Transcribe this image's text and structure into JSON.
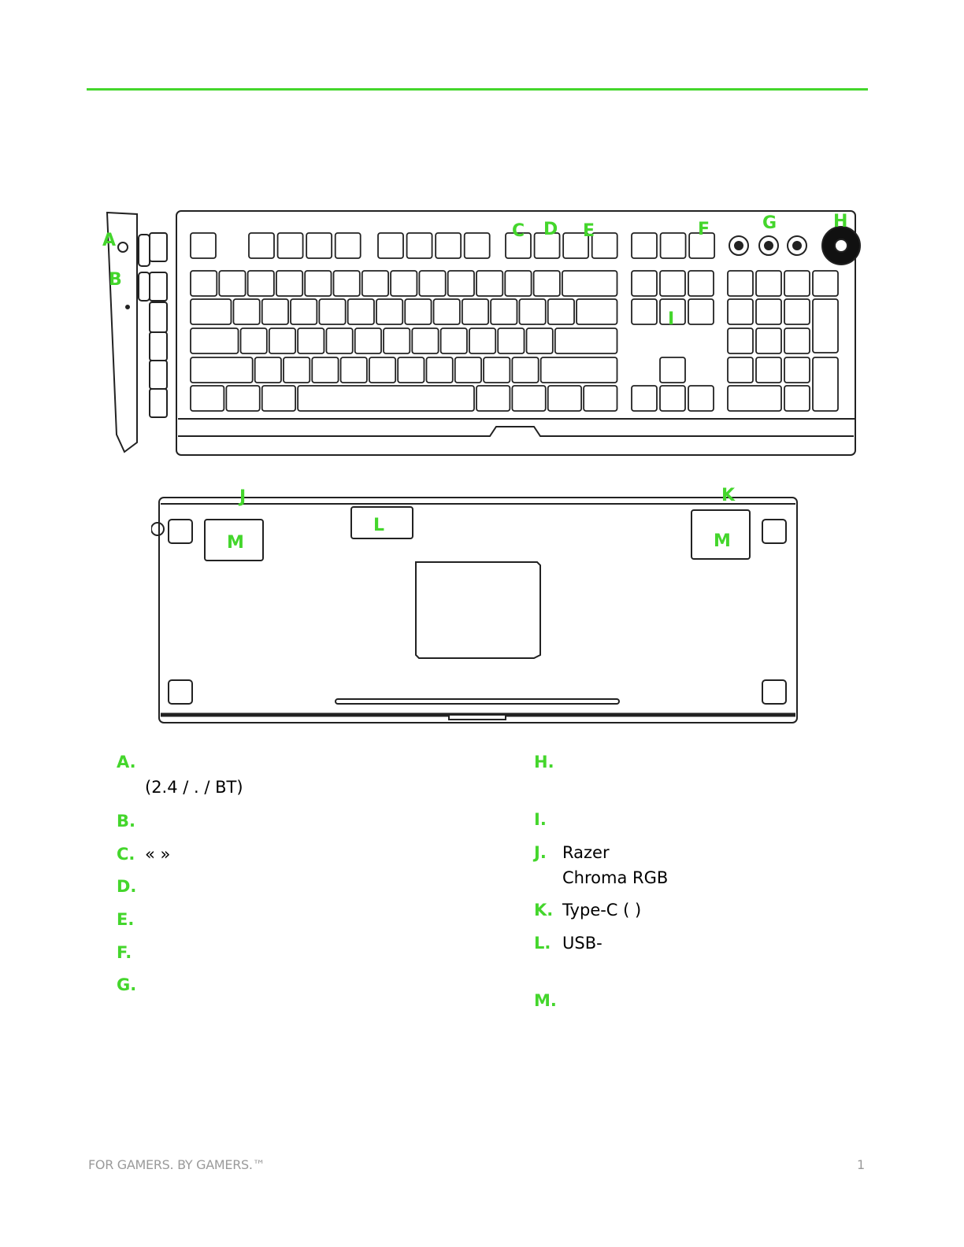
{
  "labels_top": {
    "a": "A",
    "b": "B",
    "c": "C",
    "d": "D",
    "e": "E",
    "f": "F",
    "g": "G",
    "h": "H",
    "i": "I"
  },
  "labels_bottom": {
    "j": "J",
    "k": "K",
    "l": "L",
    "m1": "M",
    "m2": "M"
  },
  "legend_left": [
    {
      "letter": "A.",
      "text": "",
      "line2": "(2.4 /             . / BT)"
    },
    {
      "letter": "B.",
      "text": ""
    },
    {
      "letter": "C.",
      "text": "                          «             »"
    },
    {
      "letter": "D.",
      "text": ""
    },
    {
      "letter": "E.",
      "text": ""
    },
    {
      "letter": "F.",
      "text": ""
    },
    {
      "letter": "G.",
      "text": ""
    }
  ],
  "legend_right": [
    {
      "letter": "H.",
      "text": ""
    },
    {
      "letter": "I.",
      "text": ""
    },
    {
      "letter": "J.",
      "text": "                                               Razer",
      "line2": "Chroma RGB"
    },
    {
      "letter": "K.",
      "text": "        Type-C (                                 )"
    },
    {
      "letter": "L.",
      "text": "                                         USB-"
    },
    {
      "letter": "M.",
      "text": ""
    }
  ],
  "footer": {
    "slogan": "FOR GAMERS. BY GAMERS.™",
    "page": "1"
  },
  "colors": {
    "accent": "#44d62c"
  }
}
